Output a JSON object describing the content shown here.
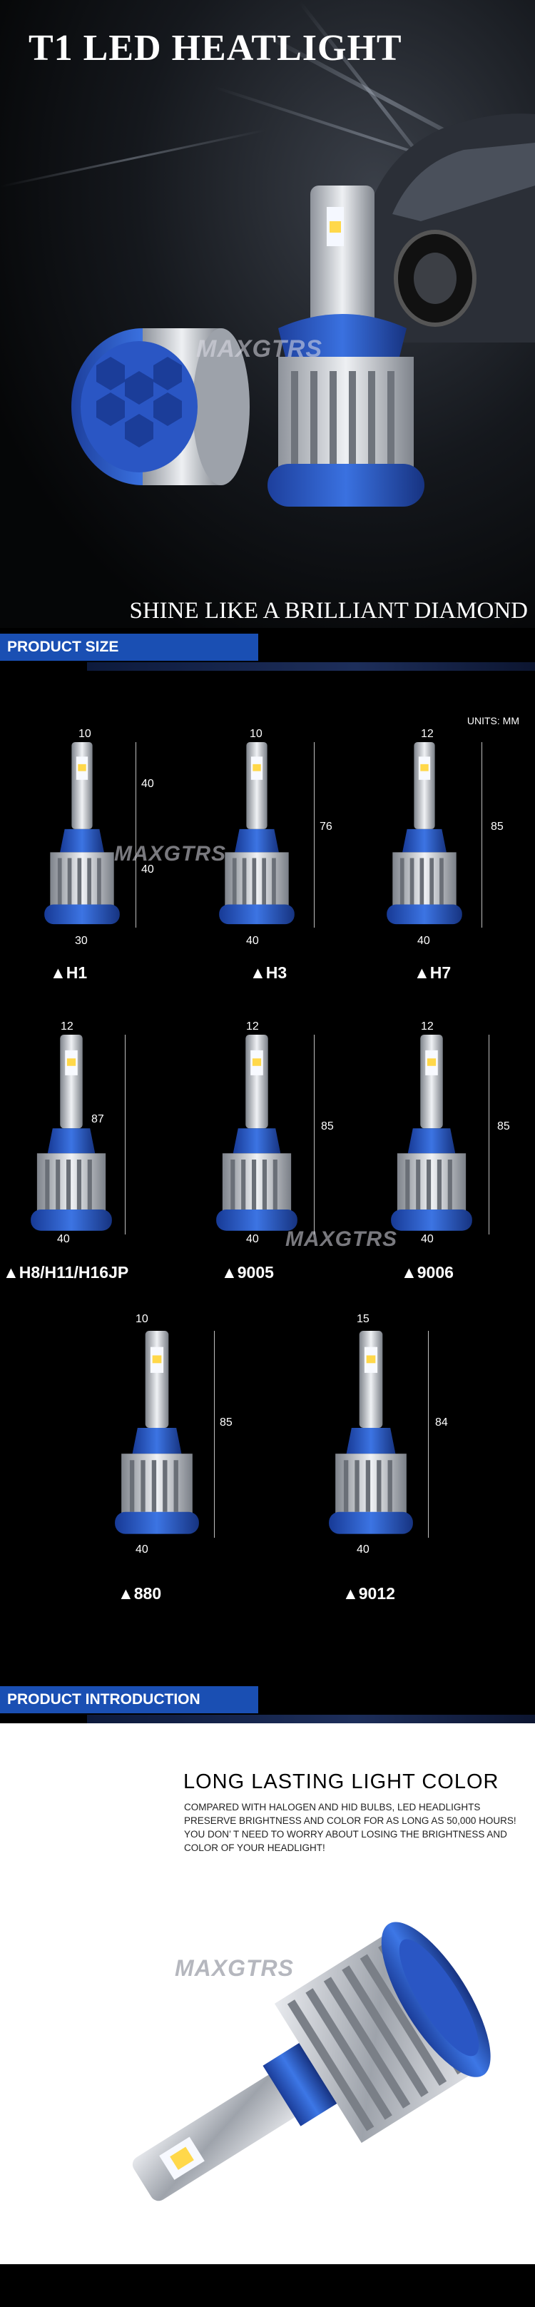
{
  "hero": {
    "title": "T1 LED HEATLIGHT",
    "watermark": "MAXGTRS",
    "tagline": "SHINE LIKE A BRILLIANT DIAMOND"
  },
  "product_size": {
    "section_label": "PRODUCT SIZE",
    "units": "UNITS: MM",
    "watermark": "MAXGTRS",
    "models": [
      {
        "name": "▲H1",
        "width_top": "10",
        "height_a": "40",
        "height_b": "40",
        "width_bottom": "30"
      },
      {
        "name": "▲H3",
        "width_top": "10",
        "height": "76",
        "width_bottom": "40"
      },
      {
        "name": "▲H7",
        "width_top": "12",
        "height": "85",
        "width_bottom": "40"
      },
      {
        "name": "▲H8/H11/H16JP",
        "width_top": "12",
        "height": "87",
        "width_bottom": "40"
      },
      {
        "name": "▲9005",
        "width_top": "12",
        "height": "85",
        "width_bottom": "40"
      },
      {
        "name": "▲9006",
        "width_top": "12",
        "height": "85",
        "width_bottom": "40"
      },
      {
        "name": "▲880",
        "width_top": "10",
        "height": "85",
        "width_bottom": "40"
      },
      {
        "name": "▲9012",
        "width_top": "15",
        "height": "84",
        "width_bottom": "40"
      }
    ]
  },
  "product_intro": {
    "section_label": "PRODUCT INTRODUCTION",
    "title": "LONG LASTING LIGHT COLOR",
    "text": "COMPARED WITH HALOGEN AND HID BULBS, LED HEADLIGHTS PRESERVE BRIGHTNESS AND COLOR FOR AS LONG AS 50,000 HOURS! YOU DON’ T NEED TO WORRY ABOUT LOSING THE BRIGHTNESS AND COLOR OF YOUR HEADLIGHT!",
    "watermark": "MAXGTRS"
  },
  "colors": {
    "accent_blue": "#1a4fb3",
    "bulb_blue": "#2a5fd0",
    "aluminum": "#c9ccd2"
  }
}
